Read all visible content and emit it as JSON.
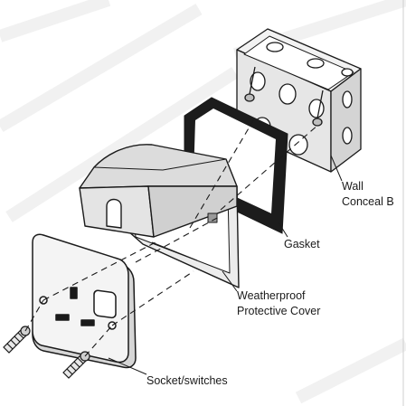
{
  "labels": {
    "wall": "Wall",
    "conceal_box": "Conceal B",
    "gasket": "Gasket",
    "cover_line1": "Weatherproof",
    "cover_line2": "Protective Cover",
    "socket": "Socket/switches"
  },
  "colors": {
    "background": "#ffffff",
    "line": "#1a1a1a",
    "gasket": "#1c1c1c",
    "shade": "#d6d6d6",
    "texture": "#eeeeee"
  }
}
